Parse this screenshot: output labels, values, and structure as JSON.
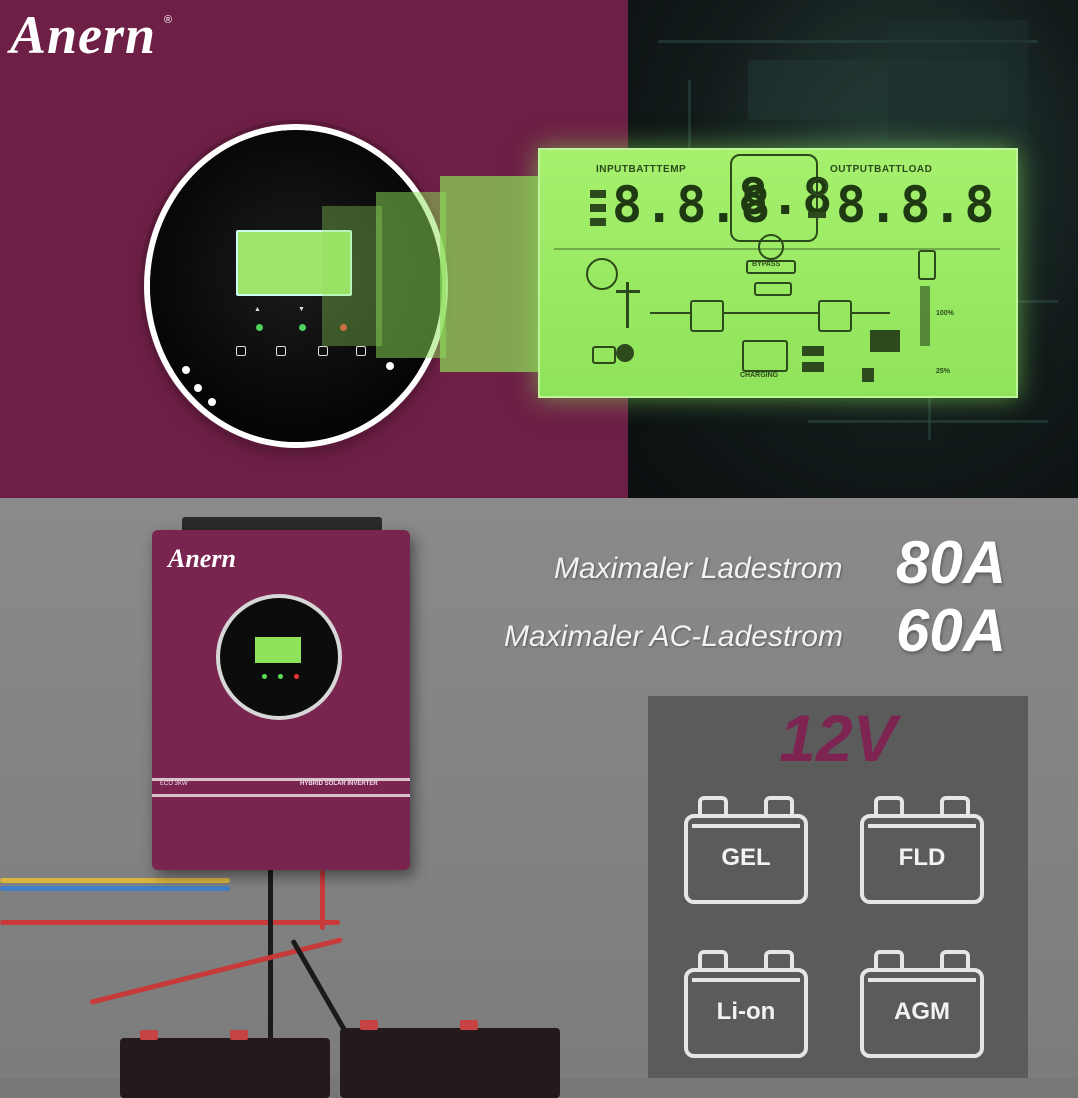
{
  "brand": {
    "logo_text": "Anern",
    "registered_mark": "®"
  },
  "lcd": {
    "header_left": "INPUTBATTTEMP",
    "header_right": "OUTPUTBATTLOAD",
    "digits_left": "8.8.8",
    "digits_center": "8.8",
    "digits_right": "8.8.8",
    "bypass_label": "BYPASS",
    "charging_label": "CHARGING",
    "pct_100": "100%",
    "pct_25": "25%"
  },
  "inverter": {
    "model_text": "ECO 3KW",
    "type_text": "HYBRID SOLAR INVERTER"
  },
  "specs": [
    {
      "label": "Maximaler Ladestrom",
      "value": "80A"
    },
    {
      "label": "Maximaler AC-Ladestrom",
      "value": "60A"
    }
  ],
  "battery_panel": {
    "voltage": "12V",
    "types": [
      "GEL",
      "FLD",
      "Li-on",
      "AGM"
    ]
  },
  "colors": {
    "brand_plum": "#6d1f45",
    "lcd_green": "#8fe35a",
    "panel_gray": "#5b5b5b",
    "voltage_plum": "#7e2452"
  }
}
